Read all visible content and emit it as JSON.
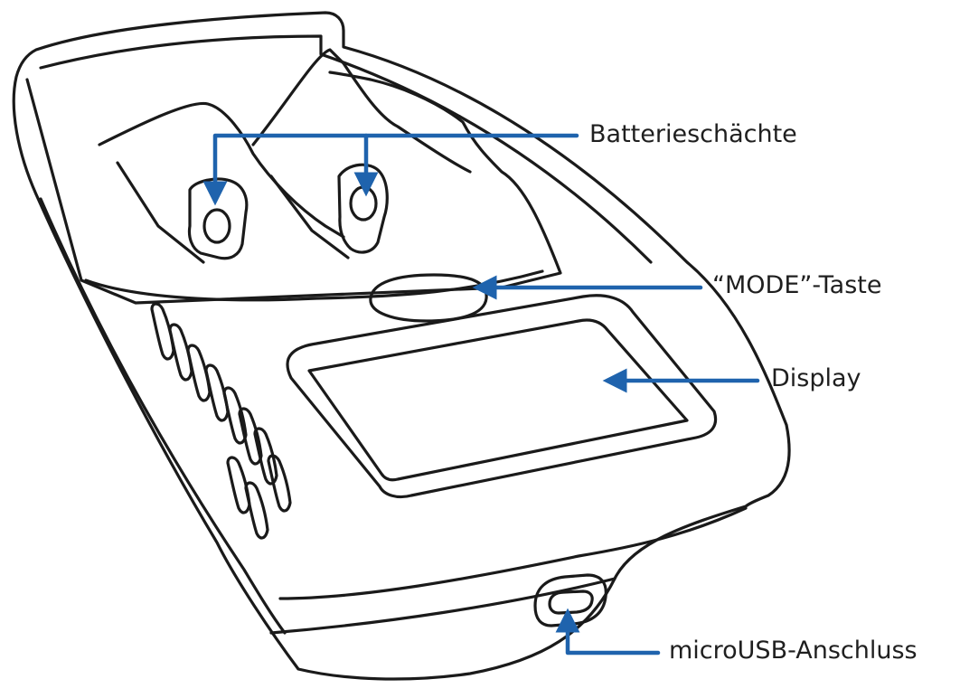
{
  "callouts": {
    "battery_slots": "Batterieschächte",
    "mode_button": "“MODE”-Taste",
    "display": "Display",
    "usb_port": "microUSB-Anschluss"
  },
  "colors": {
    "arrow": "#1f63ad",
    "outline": "#1a1a1a",
    "body": "#ffffff",
    "text": "#1f1f1f"
  }
}
